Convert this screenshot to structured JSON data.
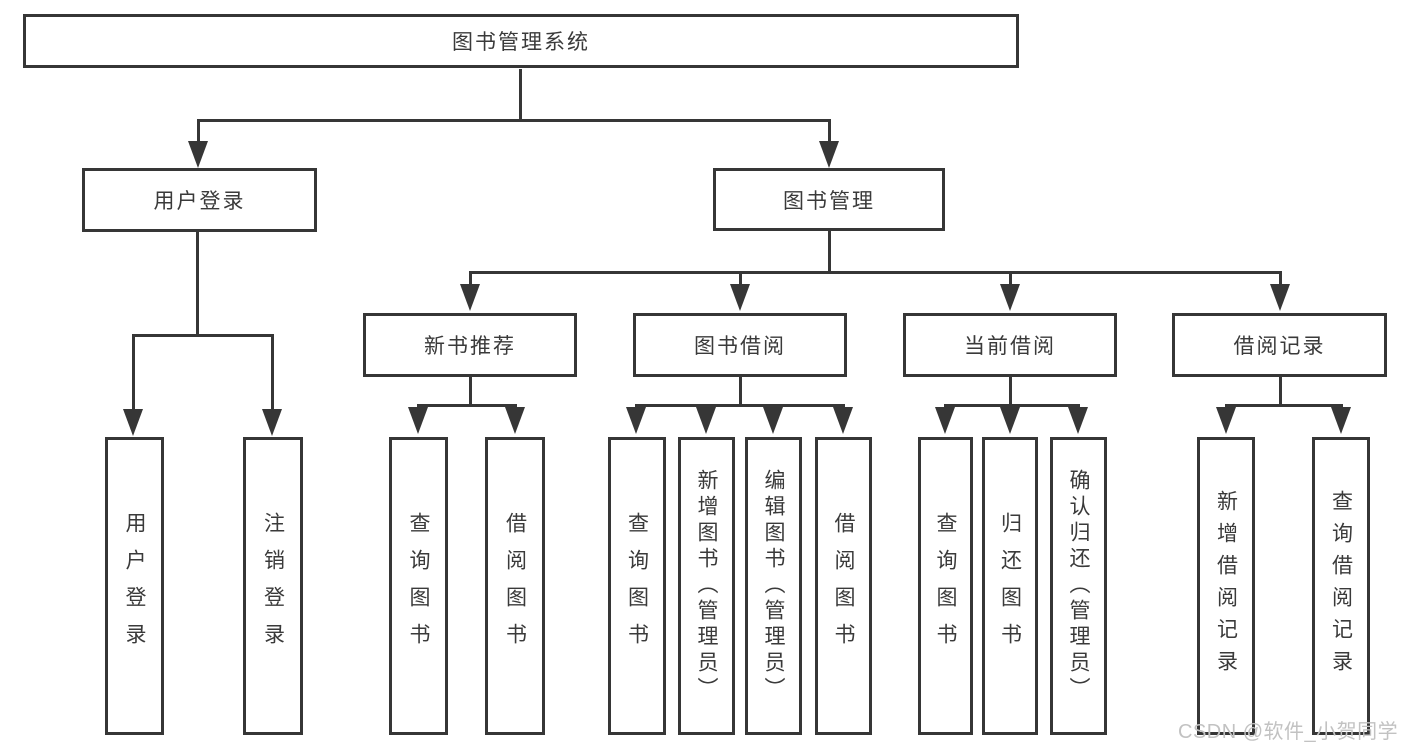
{
  "diagram_type": "hierarchy-tree",
  "tree": {
    "label": "图书管理系统",
    "children": [
      {
        "label": "用户登录",
        "children": [
          {
            "label": "用户登录"
          },
          {
            "label": "注销登录"
          }
        ]
      },
      {
        "label": "图书管理",
        "children": [
          {
            "label": "新书推荐",
            "children": [
              {
                "label": "查询图书"
              },
              {
                "label": "借阅图书"
              }
            ]
          },
          {
            "label": "图书借阅",
            "children": [
              {
                "label": "查询图书"
              },
              {
                "label": "新增图书（管理员）"
              },
              {
                "label": "编辑图书（管理员）"
              },
              {
                "label": "借阅图书"
              }
            ]
          },
          {
            "label": "当前借阅",
            "children": [
              {
                "label": "查询图书"
              },
              {
                "label": "归还图书"
              },
              {
                "label": "确认归还（管理员）"
              }
            ]
          },
          {
            "label": "借阅记录",
            "children": [
              {
                "label": "新增借阅记录"
              },
              {
                "label": "查询借阅记录"
              }
            ]
          }
        ]
      }
    ]
  },
  "watermark": "CSDN @软件_小贺同学",
  "colors": {
    "line": "#363636",
    "text": "#3a3a3a",
    "box_background": "#ffffff",
    "watermark": "#c2c2c2"
  }
}
